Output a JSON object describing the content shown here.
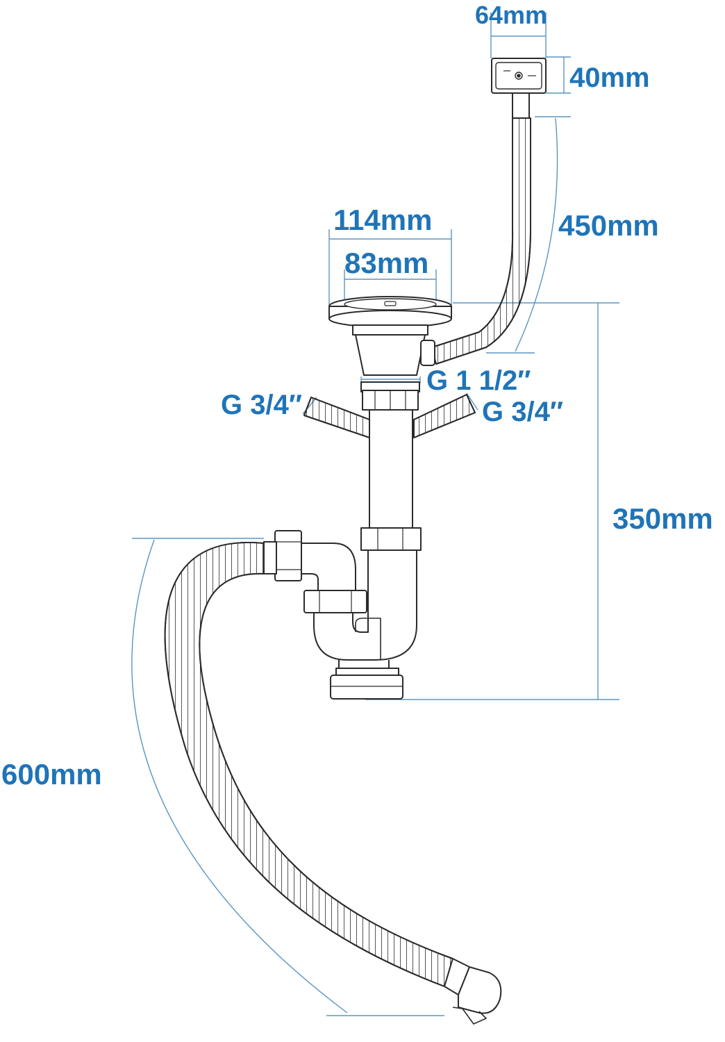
{
  "dimensions": {
    "overflow_width": "64mm",
    "overflow_height": "40mm",
    "overflow_hose_length": "450mm",
    "strainer_outer": "114mm",
    "strainer_inner": "83mm",
    "outlet_thread": "G 1 1/2″",
    "left_inlet_thread": "G 3/4″",
    "right_inlet_thread": "G 3/4″",
    "trap_height": "350mm",
    "drain_hose_length": "600mm"
  },
  "colors": {
    "dimension_text": "#1f74b8",
    "dimension_line": "#5a95c2",
    "part_outline": "#2b2b2b"
  }
}
